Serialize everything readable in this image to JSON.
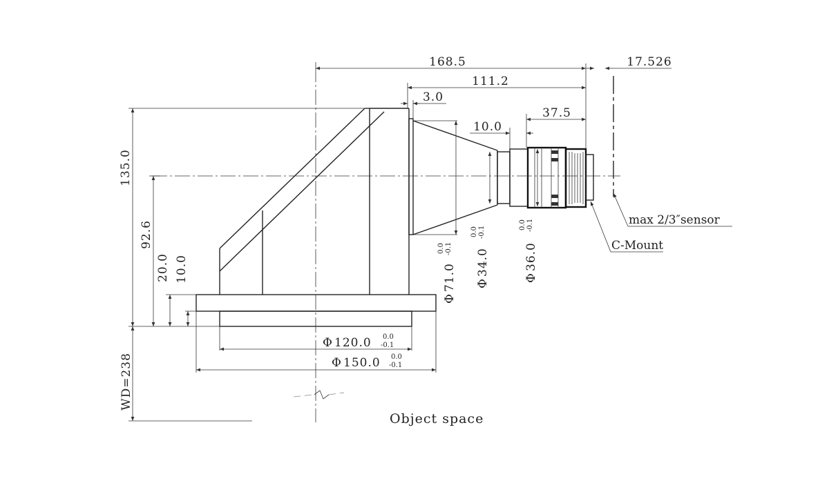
{
  "dimensions": {
    "overall_length": "168.5",
    "lens_length": "111.2",
    "flange_offset": "3.0",
    "mid_step": "10.0",
    "mount_length": "37.5",
    "back_focus": "17.526",
    "height_total": "135.0",
    "optical_axis_height": "92.6",
    "base_height": "20.0",
    "base_flange_height": "10.0",
    "working_distance": "WD=238"
  },
  "diameters": [
    {
      "symbol": "Φ",
      "value": "71.0",
      "tol_upper": "0.0",
      "tol_lower": "-0.1"
    },
    {
      "symbol": "Φ",
      "value": "34.0",
      "tol_upper": "0.0",
      "tol_lower": "-0.1"
    },
    {
      "symbol": "Φ",
      "value": "36.0",
      "tol_upper": "0.0",
      "tol_lower": "-0.1"
    },
    {
      "symbol": "Φ",
      "value": "120.0",
      "tol_upper": "0.0",
      "tol_lower": "-0.1"
    },
    {
      "symbol": "Φ",
      "value": "150.0",
      "tol_upper": "0.0",
      "tol_lower": "-0.1"
    }
  ],
  "labels": {
    "sensor": "max 2/3″sensor",
    "mount": "C-Mount",
    "object_space": "Object space"
  }
}
